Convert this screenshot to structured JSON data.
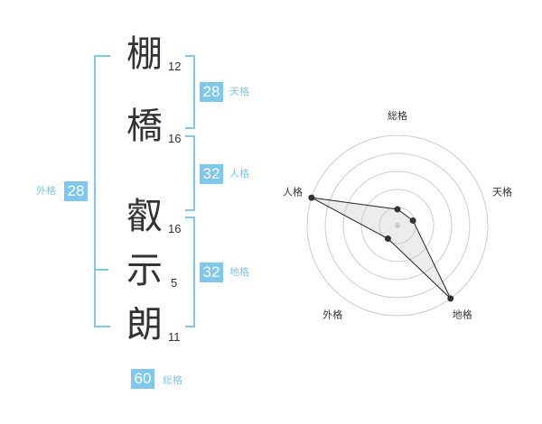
{
  "name": {
    "characters": [
      {
        "char": "棚",
        "strokes": "12"
      },
      {
        "char": "橋",
        "strokes": "16"
      },
      {
        "char": "叡",
        "strokes": "16"
      },
      {
        "char": "示",
        "strokes": "5"
      },
      {
        "char": "朗",
        "strokes": "11"
      }
    ]
  },
  "fortunes": {
    "tenkaku": {
      "label": "天格",
      "value": "28"
    },
    "jinkaku": {
      "label": "人格",
      "value": "32"
    },
    "chikaku": {
      "label": "地格",
      "value": "32"
    },
    "gaikaku": {
      "label": "外格",
      "value": "28"
    },
    "soukaku": {
      "label": "総格",
      "value": "60"
    }
  },
  "colors": {
    "accent": "#7ec8ee",
    "text": "#333333",
    "grid": "#cccccc",
    "fill": "#eeeeee"
  },
  "chart_data": {
    "type": "radar",
    "axes": [
      "総格",
      "天格",
      "地格",
      "外格",
      "人格"
    ],
    "levels": 5,
    "values": [
      1,
      1,
      5,
      1,
      5
    ],
    "max": 5
  }
}
